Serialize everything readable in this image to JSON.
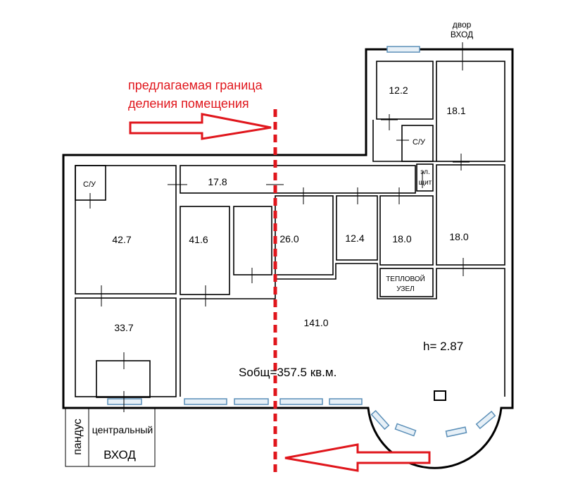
{
  "caption": {
    "line1": "предлагаемая граница",
    "line2": "деления помещения"
  },
  "top_entrance": {
    "line1": "двор",
    "line2": "ВХОД"
  },
  "main_entrance": {
    "ramp": "пандус",
    "line1": "центральный",
    "line2": "ВХОД"
  },
  "rooms": {
    "r12_2": "12.2",
    "r18_1": "18.1",
    "wc_right": "С/У",
    "electrical_line1": "эл.",
    "electrical_line2": "щит",
    "wc_left": "С/У",
    "r17_8": "17.8",
    "r42_7": "42.7",
    "r41_6": "41.6",
    "r26_0": "26.0",
    "r12_4": "12.4",
    "r18_0_a": "18.0",
    "r18_0_b": "18.0",
    "heating_line1": "ТЕПЛОВОЙ",
    "heating_line2": "УЗЕЛ",
    "r33_7": "33.7",
    "r141_0": "141.0"
  },
  "ceiling_height": "h= 2.87",
  "total_area": "Sобщ=357.5 кв.м.",
  "colors": {
    "walls": "#000000",
    "windows": "#5b8fb8",
    "boundary_line": "#e0161c"
  }
}
